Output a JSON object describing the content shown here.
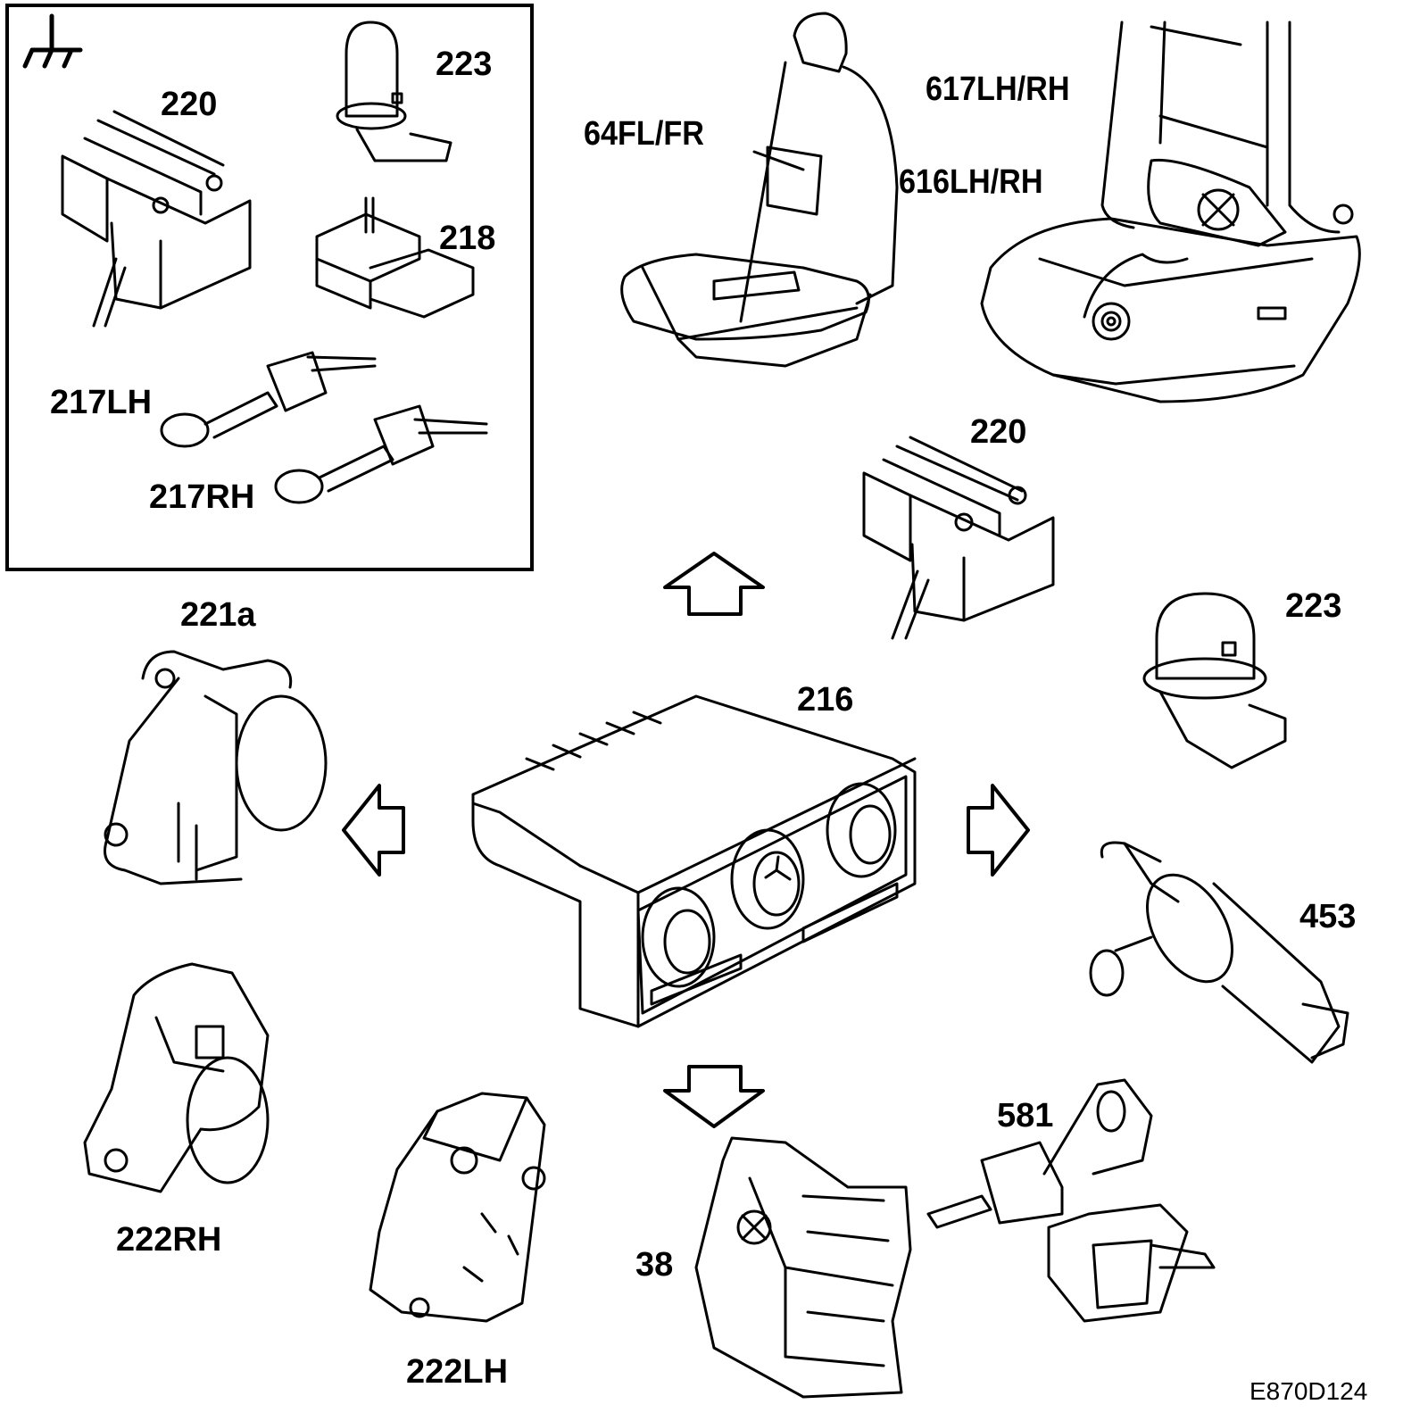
{
  "figure_id": "E870D124",
  "inset": {
    "symbol": "ground-symbol",
    "labels": [
      "220",
      "223",
      "218",
      "217LH",
      "217RH"
    ]
  },
  "labels": {
    "l220_inset": "220",
    "l223_inset": "223",
    "l218": "218",
    "l217lh": "217LH",
    "l217rh": "217RH",
    "l64": "64FL/FR",
    "l617": "617LH/RH",
    "l616": "616LH/RH",
    "l220": "220",
    "l223": "223",
    "l221a": "221a",
    "l216": "216",
    "l453": "453",
    "l222rh": "222RH",
    "l222lh": "222LH",
    "l38": "38",
    "l581": "581"
  },
  "arrows": [
    "up",
    "left",
    "right",
    "down"
  ],
  "colors": {
    "line": "#000000",
    "background": "#ffffff"
  }
}
